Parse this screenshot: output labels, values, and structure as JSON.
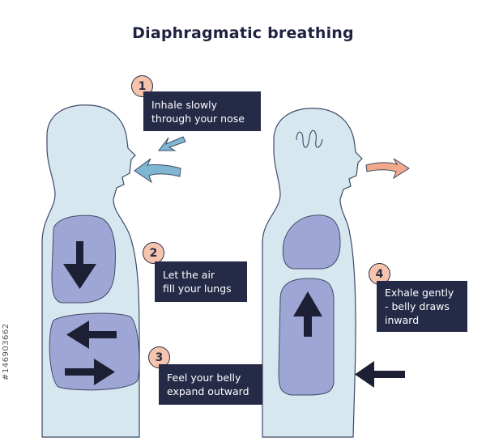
{
  "title": "Diaphragmatic breathing",
  "steps": [
    {
      "number": "1",
      "lines": [
        "Inhale slowly",
        "through your nose"
      ]
    },
    {
      "number": "2",
      "lines": [
        "Let the air",
        "fill your lungs"
      ]
    },
    {
      "number": "3",
      "lines": [
        "Feel your belly",
        "expand outward"
      ]
    },
    {
      "number": "4",
      "lines": [
        "Exhale gently",
        "- belly draws",
        "inward"
      ]
    }
  ],
  "side_id": "#146903662",
  "colors": {
    "body_fill": "#d7e7f0",
    "body_stroke": "#3d4a66",
    "organ_fill": "#9ea6d6",
    "organ_stroke": "#3d4a66",
    "dark_arrow": "#1d2035",
    "inhale_arrow": "#7fb6d2",
    "exhale_arrow": "#f2a88a",
    "callout_bg": "#252a47",
    "badge_fill": "#f6c4ac"
  },
  "icons": [
    "head-body-silhouette-icon",
    "lungs-icon",
    "belly-icon",
    "arrow-down-icon",
    "arrow-left-icon",
    "arrow-right-icon",
    "arrow-up-icon",
    "swirl-icon"
  ]
}
